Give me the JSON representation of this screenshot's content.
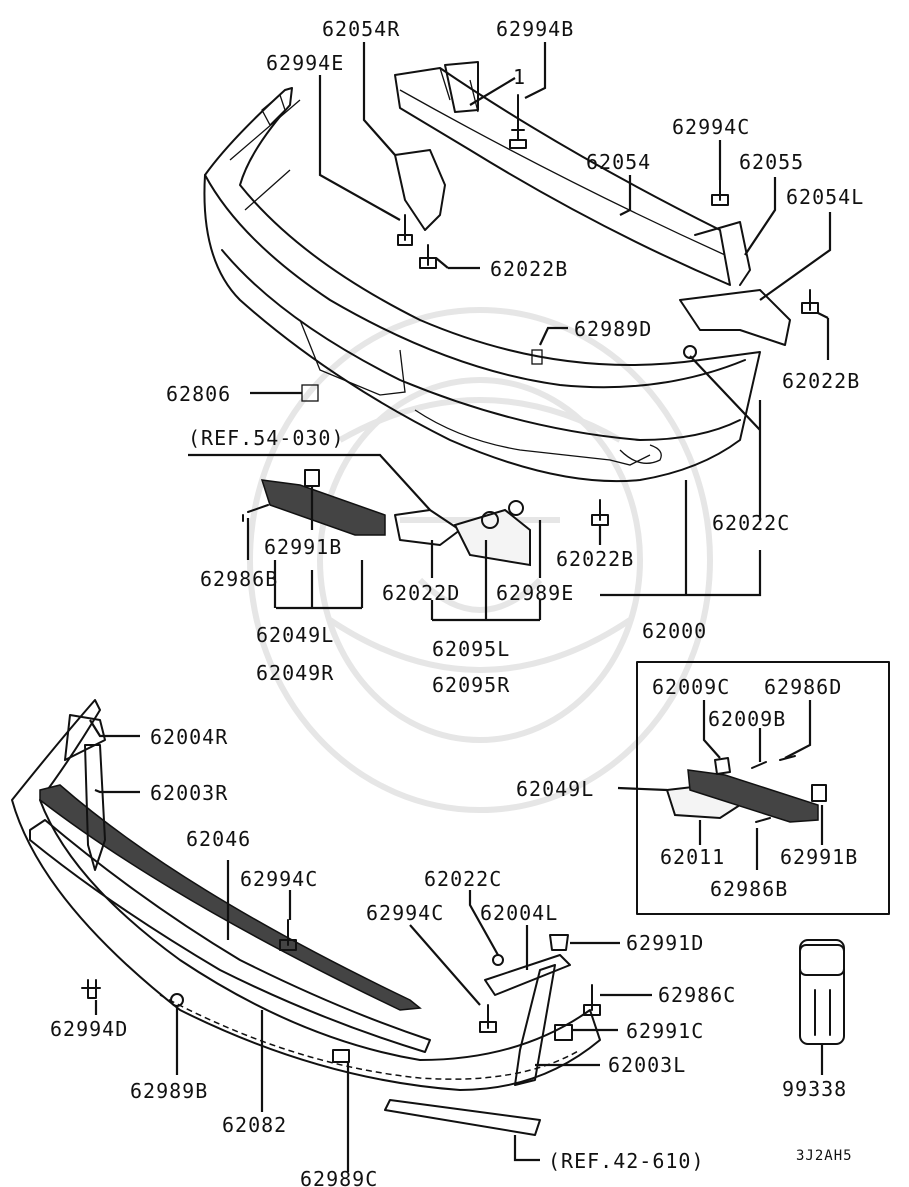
{
  "labels": {
    "p62054R": "62054R",
    "p62994B": "62994B",
    "p62994E": "62994E",
    "p1": "1",
    "p62994C_top": "62994C",
    "p62054": "62054",
    "p62055": "62055",
    "p62054L": "62054L",
    "p62022B_mid": "62022B",
    "p62989D": "62989D",
    "p62022B_right": "62022B",
    "p62806": "62806",
    "ref54": "(REF.54-030)",
    "p62022C_right": "62022C",
    "p62991B_left": "62991B",
    "p62022B_low": "62022B",
    "p62986B_left": "62986B",
    "p62022D": "62022D",
    "p62989E": "62989E",
    "p62049L": "62049L",
    "p62049R": "62049R",
    "p62095L": "62095L",
    "p62095R": "62095R",
    "p62000": "62000",
    "p62004R": "62004R",
    "p62003R": "62003R",
    "p62046": "62046",
    "p62994C_mid": "62994C",
    "p62022C_low": "62022C",
    "p62994C_low": "62994C",
    "p62004L": "62004L",
    "p62991D": "62991D",
    "p62986C": "62986C",
    "p62991C": "62991C",
    "p62003L": "62003L",
    "p62994D": "62994D",
    "p62989B": "62989B",
    "p62082": "62082",
    "p62989C": "62989C",
    "ref42": "(REF.42-610)",
    "p99338": "99338",
    "code": "3J2AH5"
  },
  "inset": {
    "p62009C": "62009C",
    "p62986D": "62986D",
    "p62009B": "62009B",
    "p62049L": "62049L",
    "p62011": "62011",
    "p62991B": "62991B",
    "p62986B": "62986B"
  }
}
